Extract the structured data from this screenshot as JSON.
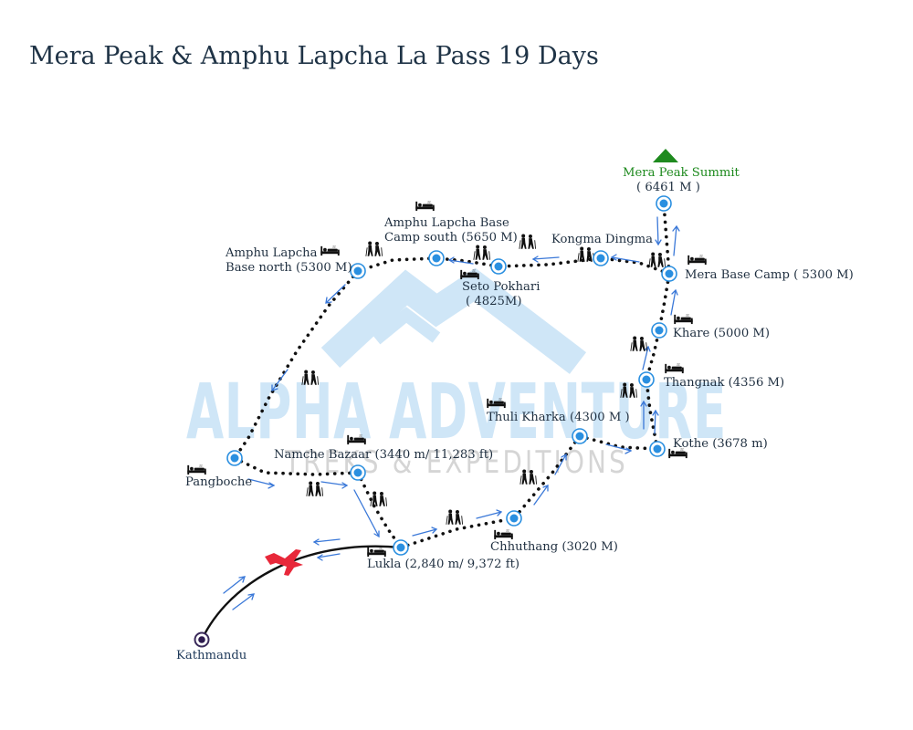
{
  "title": "Mera Peak & Amphu Lapcha La Pass 19 Days",
  "watermark": {
    "brand": "ALPHA ADVENTURE",
    "tagline": "TREKS & EXPEDITIONS",
    "color": "#cfe6f7"
  },
  "colors": {
    "route_dots": "#111111",
    "waypoint": "#2a8fe0",
    "arrow": "#3a78d8",
    "summit": "#1e8a1e",
    "plane": "#e8283a",
    "flight_path": "#111111"
  },
  "origin": {
    "label": "Kathmandu",
    "icon": "origin-marker"
  },
  "flight": {
    "icon": "airplane-icon"
  },
  "places": [
    {
      "id": "lukla",
      "label": "Lukla (2,840 m/ 9,372 ft)"
    },
    {
      "id": "chhuthang",
      "label": "Chhuthang (3020 M)"
    },
    {
      "id": "thuli-kharka",
      "label": "Thuli Kharka (4300 M )"
    },
    {
      "id": "kothe",
      "label": "Kothe  (3678 m)"
    },
    {
      "id": "thangnak",
      "label": "Thangnak (4356 M)"
    },
    {
      "id": "khare",
      "label": "Khare (5000 M)"
    },
    {
      "id": "mera-base-camp",
      "label": "Mera Base Camp  ( 5300 M)"
    },
    {
      "id": "mera-peak-summit",
      "label": "Mera Peak Summit",
      "label2": "( 6461 M )"
    },
    {
      "id": "kongma-dingma",
      "label": "Kongma Dingma"
    },
    {
      "id": "seto-pokhari",
      "label": "Seto Pokhari",
      "label2": "( 4825M)"
    },
    {
      "id": "amphu-lapcha-base-camp-south",
      "label": "Amphu Lapcha Base",
      "label2": "Camp south (5650 M)"
    },
    {
      "id": "amphu-lapcha-base-north",
      "label": "Amphu Lapcha",
      "label2": "Base north (5300 M)"
    },
    {
      "id": "pangboche",
      "label": "Pangboche"
    },
    {
      "id": "namche-bazaar",
      "label": "Namche Bazaar (3440 m/ 11,283 ft)"
    }
  ]
}
